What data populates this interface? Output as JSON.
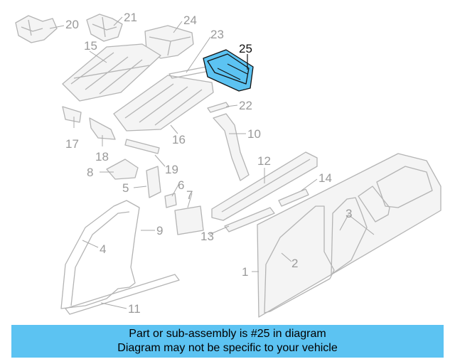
{
  "diagram": {
    "highlighted_part": "25",
    "highlight_color": "#5cc3f2",
    "callouts": [
      "20",
      "21",
      "24",
      "15",
      "23",
      "25",
      "22",
      "17",
      "18",
      "10",
      "16",
      "8",
      "19",
      "12",
      "5",
      "6",
      "7",
      "14",
      "3",
      "9",
      "13",
      "4",
      "2",
      "1",
      "11"
    ]
  },
  "banner": {
    "line1": "Part or sub-assembly is #25 in diagram",
    "line2": "Diagram may not be specific to your vehicle",
    "color": "#5cc3f2"
  }
}
